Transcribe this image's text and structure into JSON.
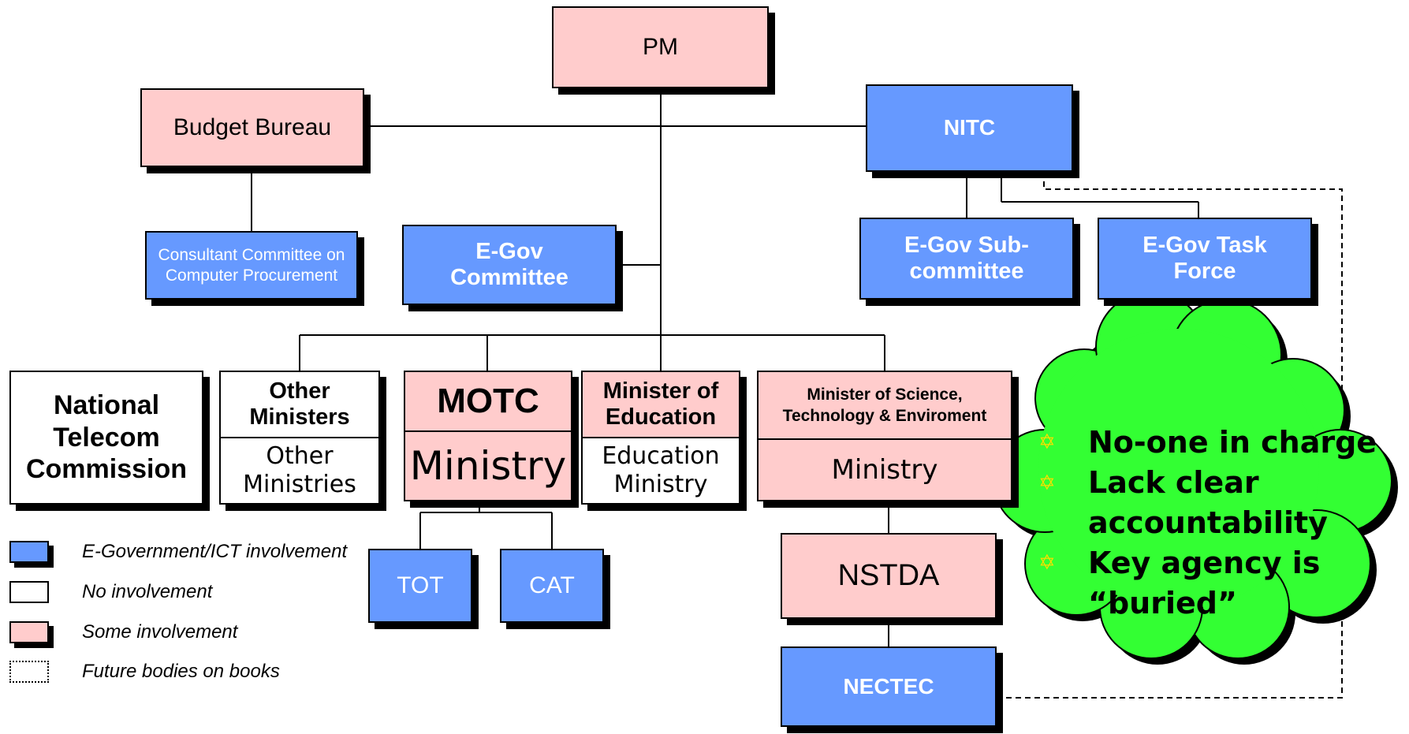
{
  "colors": {
    "egov_involvement": "#6699ff",
    "some_involvement": "#ffcccc",
    "no_involvement": "#ffffff",
    "cloud": "#33ff33",
    "bullet": "#f5e000"
  },
  "nodes": {
    "pm": "PM",
    "budget_bureau": "Budget Bureau",
    "nitc": "NITC",
    "consultant_committee": "Consultant Committee on Computer Procurement",
    "egov_committee": "E-Gov Committee",
    "egov_subcommittee": "E-Gov Sub-committee",
    "egov_task_force": "E-Gov Task Force",
    "national_telecom": "National Telecom Commission",
    "other_ministers": {
      "top": "Other Ministers",
      "bottom": "Other Ministries"
    },
    "motc": {
      "top": "MOTC",
      "bottom": "Ministry"
    },
    "education": {
      "top": "Minister of Education",
      "bottom": "Education Ministry"
    },
    "science": {
      "top": "Minister of Science, Technology & Enviroment",
      "bottom": "Ministry"
    },
    "tot": "TOT",
    "cat": "CAT",
    "nstda": "NSTDA",
    "nectec": "NECTEC"
  },
  "legend": [
    {
      "label": "E-Government/ICT involvement",
      "style": "blue"
    },
    {
      "label": "No involvement",
      "style": "white"
    },
    {
      "label": "Some involvement",
      "style": "pink"
    },
    {
      "label": "Future bodies on books",
      "style": "dotted"
    }
  ],
  "callout": {
    "bullet_icon": "star-of-david-icon",
    "points": [
      "No-one in charge",
      "Lack clear accountability",
      "Key agency is “buried”"
    ]
  }
}
